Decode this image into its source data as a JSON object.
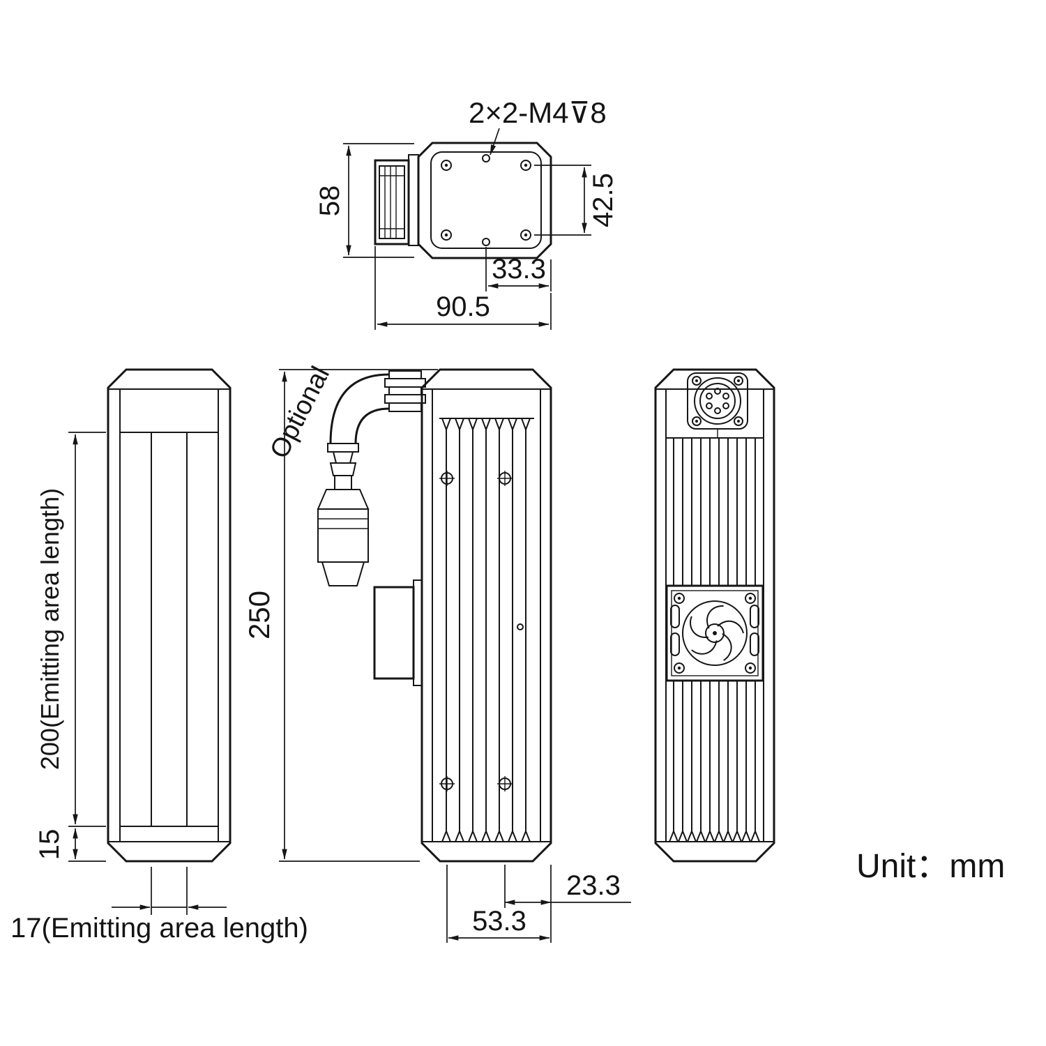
{
  "drawing": {
    "unit_label": "Unit：mm",
    "callouts": {
      "thread": "2×2-M4⊽8",
      "optional": "Optional"
    },
    "top_view": {
      "height": "58",
      "screw_spacing_v": "42.5",
      "hole_to_edge": "33.3",
      "width": "90.5"
    },
    "front_view": {
      "emitting_length": "200(Emitting area length)",
      "end_offset": "15",
      "emitting_width": "17(Emitting area length)"
    },
    "side_view": {
      "total_length": "250",
      "hole_to_edge": "23.3",
      "hole_span": "53.3"
    }
  }
}
